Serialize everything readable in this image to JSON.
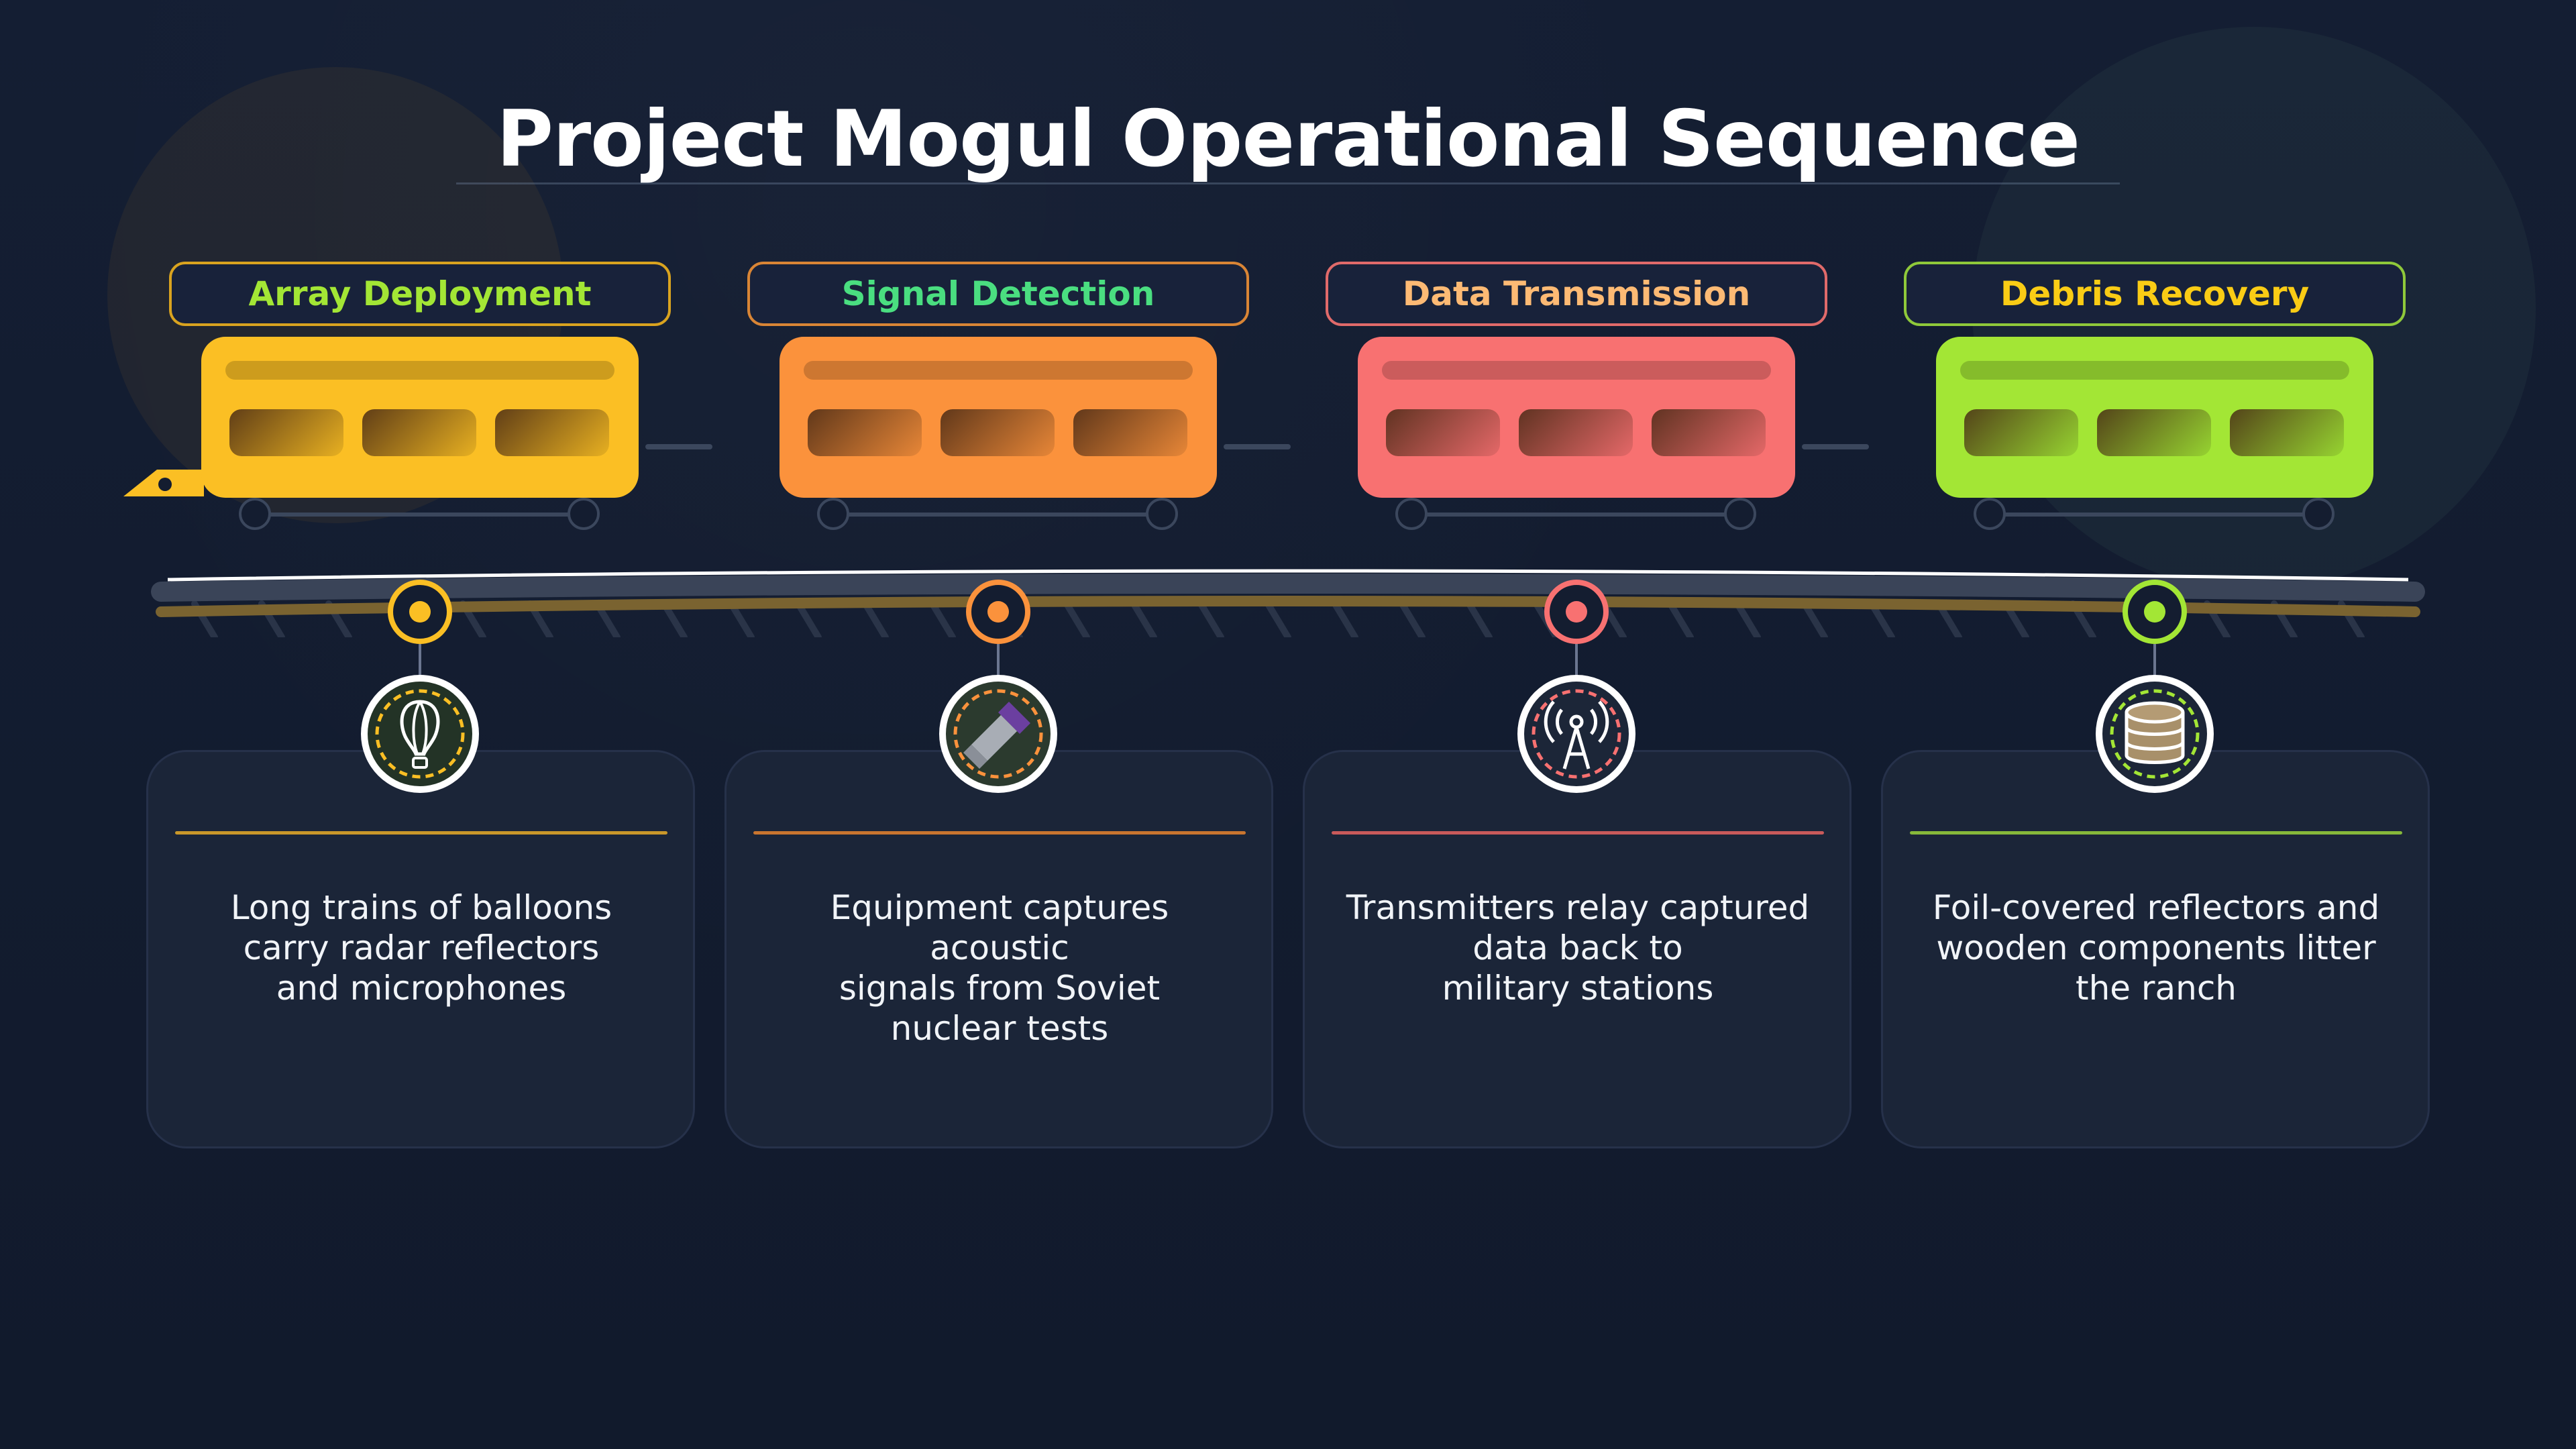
{
  "title": "Project Mogul Operational Sequence",
  "colors": {
    "background": "#121b2e",
    "yellow": "#fbbf24",
    "orange": "#fb923c",
    "red": "#f87171",
    "green": "#a3e635",
    "label_green": "#4ade80",
    "label_tan": "#fdba74",
    "label_gold": "#facc15"
  },
  "stages": [
    {
      "label": "Array Deployment",
      "description": "Long trains of balloons\ncarry radar reflectors\nand microphones",
      "icon": "balloon-icon"
    },
    {
      "label": "Signal Detection",
      "description": "Equipment captures acoustic\nsignals from Soviet\nnuclear tests",
      "icon": "microphone-icon"
    },
    {
      "label": "Data Transmission",
      "description": "Transmitters relay captured\ndata back to\nmilitary stations",
      "icon": "antenna-tower-icon"
    },
    {
      "label": "Debris Recovery",
      "description": "Foil-covered reflectors and\nwooden components litter\nthe ranch",
      "icon": "database-icon"
    }
  ]
}
